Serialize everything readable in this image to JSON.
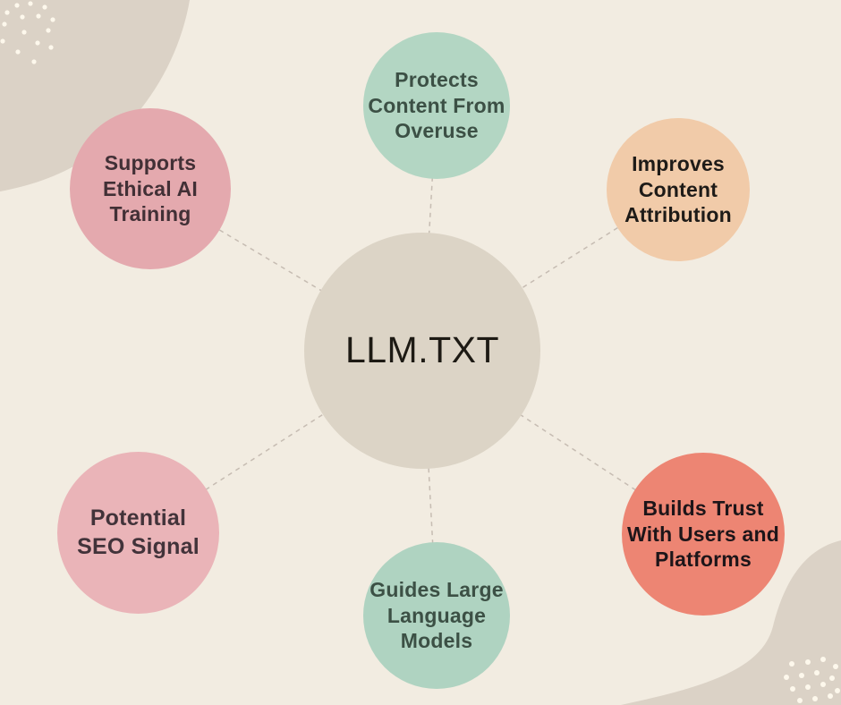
{
  "diagram": {
    "center": {
      "id": "llm-txt",
      "label": "LLM.TXT",
      "color": "#dcd4c6",
      "text_color": "#1d1a14"
    },
    "nodes": [
      {
        "id": "protects-content-from-overuse",
        "position": "top",
        "label": "Protects Content From Overuse",
        "lines": [
          "Protects",
          "Content From",
          "Overuse"
        ],
        "color": "#b3d6c3",
        "text_color": "#3c5045"
      },
      {
        "id": "supports-ethical-ai-training",
        "position": "top-left",
        "label": "Supports Ethical AI Training",
        "lines": [
          "Supports",
          "Ethical AI",
          "Training"
        ],
        "color": "#e4a9ae",
        "text_color": "#423036"
      },
      {
        "id": "improves-content-attribution",
        "position": "top-right",
        "label": "Improves Content Attribution",
        "lines": [
          "Improves",
          "Content",
          "Attribution"
        ],
        "color": "#f1cba9",
        "text_color": "#1e1b18"
      },
      {
        "id": "potential-seo-signal",
        "position": "bottom-left",
        "label": "Potential SEO Signal",
        "lines": [
          "Potential",
          "SEO Signal"
        ],
        "color": "#eab4b8",
        "text_color": "#42333a"
      },
      {
        "id": "guides-large-language-models",
        "position": "bottom",
        "label": "Guides Large Language Models",
        "lines": [
          "Guides Large",
          "Language",
          "Models"
        ],
        "color": "#afd3c1",
        "text_color": "#3c5045"
      },
      {
        "id": "builds-trust-with-users-and-platforms",
        "position": "bottom-right",
        "label": "Builds Trust With Users and Platforms",
        "lines": [
          "Builds Trust",
          "With Users and",
          "Platforms"
        ],
        "color": "#ed8573",
        "text_color": "#1d1519"
      }
    ],
    "colors": {
      "background": "#f2ece1",
      "blob": "#dbd2c6",
      "connector": "#c6bcb2",
      "dots": "#fdf8ec"
    }
  }
}
